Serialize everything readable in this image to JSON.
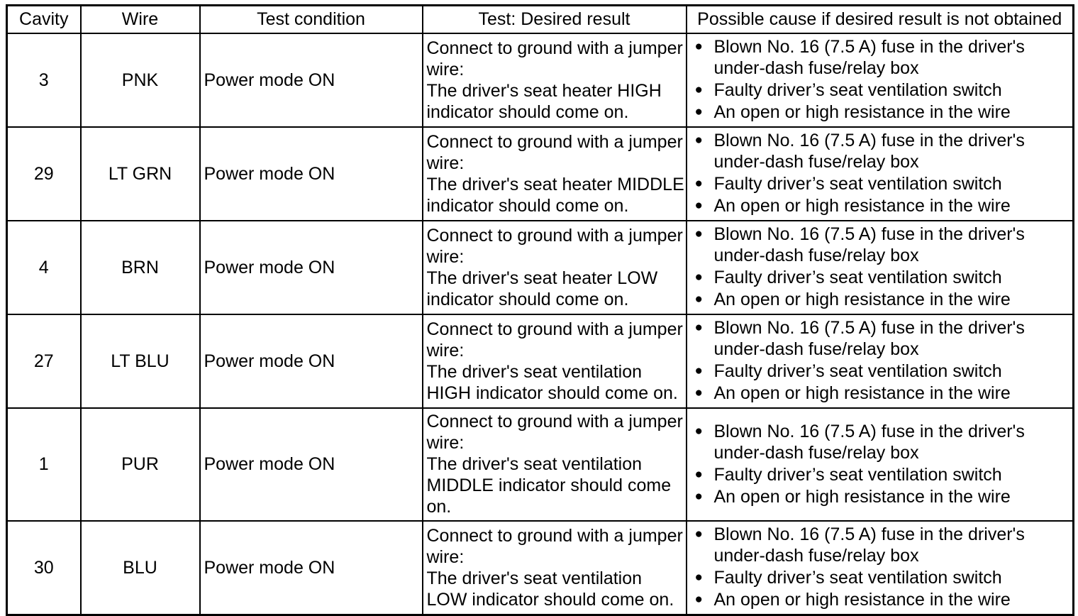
{
  "table": {
    "columns": [
      {
        "key": "cavity",
        "label": "Cavity"
      },
      {
        "key": "wire",
        "label": "Wire"
      },
      {
        "key": "condition",
        "label": "Test condition"
      },
      {
        "key": "desired",
        "label": "Test: Desired result"
      },
      {
        "key": "cause",
        "label": "Possible cause if desired result is not obtained"
      }
    ],
    "bullet_glyph": "●",
    "rows": [
      {
        "cavity": "3",
        "wire": "PNK",
        "condition": "Power mode ON",
        "desired_lines": [
          "Connect to ground with a jumper",
          "wire:",
          "The driver's seat heater HIGH",
          "indicator should come on."
        ],
        "causes": [
          {
            "line1": "Blown No. 16 (7.5 A) fuse in the driver's",
            "line2": "under-dash fuse/relay box"
          },
          {
            "line1": "Faulty driver’s seat ventilation switch",
            "line2": ""
          },
          {
            "line1": "An open or high resistance in the wire",
            "line2": ""
          }
        ]
      },
      {
        "cavity": "29",
        "wire": "LT GRN",
        "condition": "Power mode ON",
        "desired_lines": [
          "Connect to ground with a jumper",
          "wire:",
          "The driver's seat heater MIDDLE",
          "indicator should come on."
        ],
        "causes": [
          {
            "line1": "Blown No. 16 (7.5 A) fuse in the driver's",
            "line2": "under-dash fuse/relay box"
          },
          {
            "line1": "Faulty driver’s seat ventilation switch",
            "line2": ""
          },
          {
            "line1": "An open or high resistance in the wire",
            "line2": ""
          }
        ]
      },
      {
        "cavity": "4",
        "wire": "BRN",
        "condition": "Power mode ON",
        "desired_lines": [
          "Connect to ground with a jumper",
          "wire:",
          "The driver's seat heater LOW",
          "indicator should come on."
        ],
        "causes": [
          {
            "line1": "Blown No. 16 (7.5 A) fuse in the driver's",
            "line2": "under-dash fuse/relay box"
          },
          {
            "line1": "Faulty driver’s seat ventilation switch",
            "line2": ""
          },
          {
            "line1": "An open or high resistance in the wire",
            "line2": ""
          }
        ]
      },
      {
        "cavity": "27",
        "wire": "LT BLU",
        "condition": "Power mode ON",
        "desired_lines": [
          "Connect to ground with a jumper",
          "wire:",
          "The driver's seat ventilation",
          "HIGH indicator should come on."
        ],
        "causes": [
          {
            "line1": "Blown No. 16 (7.5 A) fuse in the driver's",
            "line2": "under-dash fuse/relay box"
          },
          {
            "line1": "Faulty driver’s seat ventilation switch",
            "line2": ""
          },
          {
            "line1": "An open or high resistance in the wire",
            "line2": ""
          }
        ]
      },
      {
        "cavity": "1",
        "wire": "PUR",
        "condition": "Power mode ON",
        "desired_lines": [
          "Connect to ground with a jumper",
          "wire:",
          "The driver's seat ventilation",
          "MIDDLE indicator should come",
          "on."
        ],
        "causes": [
          {
            "line1": "Blown No. 16 (7.5 A) fuse in the driver's",
            "line2": "under-dash fuse/relay box"
          },
          {
            "line1": "Faulty driver’s seat ventilation switch",
            "line2": ""
          },
          {
            "line1": "An open or high resistance in the wire",
            "line2": ""
          }
        ]
      },
      {
        "cavity": "30",
        "wire": "BLU",
        "condition": "Power mode ON",
        "desired_lines": [
          "Connect to ground with a jumper",
          "wire:",
          "The driver's seat ventilation",
          "LOW indicator should come on."
        ],
        "causes": [
          {
            "line1": "Blown No. 16 (7.5 A) fuse in the driver's",
            "line2": "under-dash fuse/relay box"
          },
          {
            "line1": "Faulty driver’s seat ventilation switch",
            "line2": ""
          },
          {
            "line1": "An open or high resistance in the wire",
            "line2": ""
          }
        ]
      }
    ]
  },
  "colors": {
    "ink": "#000000",
    "paper": "#ffffff"
  }
}
